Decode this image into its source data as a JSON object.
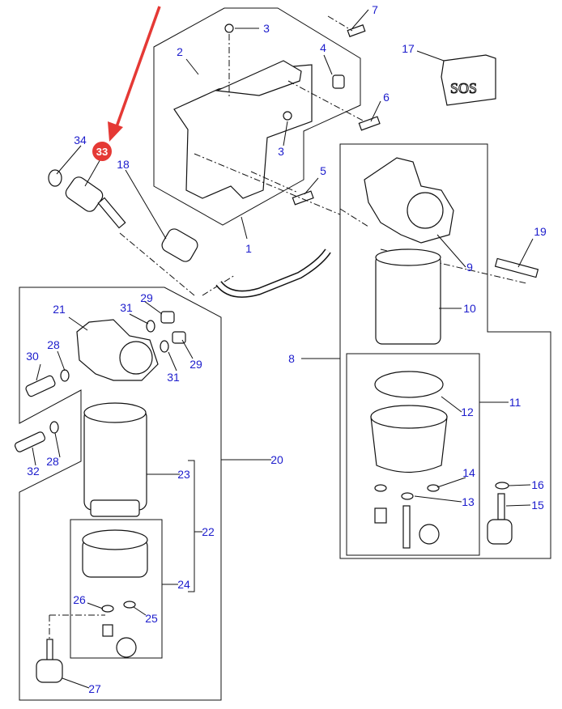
{
  "diagram": {
    "highlight_color": "#e53935",
    "label_color": "#1c1ccc",
    "highlighted_callout": "33",
    "callouts": {
      "c1": "1",
      "c2": "2",
      "c3a": "3",
      "c3b": "3",
      "c4": "4",
      "c5": "5",
      "c6": "6",
      "c7": "7",
      "c8": "8",
      "c9": "9",
      "c10": "10",
      "c11": "11",
      "c12": "12",
      "c13": "13",
      "c14": "14",
      "c15": "15",
      "c16": "16",
      "c17": "17",
      "c18": "18",
      "c19": "19",
      "c20": "20",
      "c21": "21",
      "c22": "22",
      "c23": "23",
      "c24": "24",
      "c25": "25",
      "c26": "26",
      "c27": "27",
      "c28a": "28",
      "c28b": "28",
      "c29a": "29",
      "c29b": "29",
      "c30": "30",
      "c31a": "31",
      "c31b": "31",
      "c32": "32",
      "c33": "33",
      "c34": "34"
    }
  }
}
